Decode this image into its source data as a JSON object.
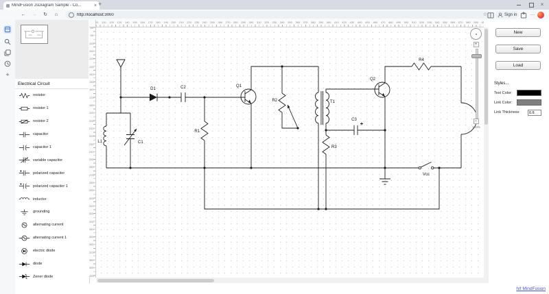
{
  "browser": {
    "tab_title": "MindFusion JsDiagram Sample - Co...",
    "url": "http://localhost:3000",
    "sign_in_label": "Sign in"
  },
  "icons": {
    "back": "←",
    "forward": "→",
    "refresh": "↻",
    "home": "⌂",
    "star": "☆",
    "new_tab": "+",
    "close_tab": "×",
    "ellipsis": "…",
    "zoom_in": "+",
    "zoom_out": "−",
    "sidebar_add": "+"
  },
  "palette": {
    "title": "Electrical Circuit",
    "items": [
      {
        "icon": "resistor",
        "label": "resistor"
      },
      {
        "icon": "resistor-1",
        "label": "resistor 1"
      },
      {
        "icon": "resistor-2",
        "label": "resistor 2"
      },
      {
        "icon": "capacitor",
        "label": "capacitor"
      },
      {
        "icon": "capacitor-1",
        "label": "capacitor 1"
      },
      {
        "icon": "variable-capacitor",
        "label": "variable capacitor"
      },
      {
        "icon": "polarized-capacitor",
        "label": "polarized capacitor"
      },
      {
        "icon": "polarized-capacitor-1",
        "label": "polarized capacitor 1"
      },
      {
        "icon": "inductor",
        "label": "inductor"
      },
      {
        "icon": "grounding",
        "label": "grounding"
      },
      {
        "icon": "alternating-current",
        "label": "alternating current"
      },
      {
        "icon": "alternating-current-1",
        "label": "alternating current 1"
      },
      {
        "icon": "electric-diode",
        "label": "electric diode"
      },
      {
        "icon": "diode",
        "label": "diode"
      },
      {
        "icon": "zener-diode",
        "label": "Zener diode"
      }
    ]
  },
  "rulers": {
    "h_start": 100,
    "h_end": 600,
    "v_start": 80,
    "v_end": 400,
    "step": 10
  },
  "zoom": {
    "value": "100%"
  },
  "panel": {
    "buttons": [
      "New",
      "Save",
      "Load"
    ],
    "styles_title": "Styles...",
    "text_color_label": "Text Color:",
    "link_color_label": "Link Color:",
    "link_thickness_label": "Link Thickness:",
    "link_thickness_value": "0.6",
    "text_color": "#000000",
    "link_color": "#7f7f7f"
  },
  "circuit": {
    "labels": {
      "d1": "D1",
      "c2": "C2",
      "q1": "Q1",
      "r1": "R1",
      "r2": "R2",
      "t1": "T1",
      "q2": "Q2",
      "r4": "R4",
      "c3": "C3",
      "r3": "R3",
      "l1": "L1",
      "c1": "C1",
      "vcc": "Vcc"
    }
  },
  "footer": {
    "link_label": "h/t MindFusion"
  }
}
